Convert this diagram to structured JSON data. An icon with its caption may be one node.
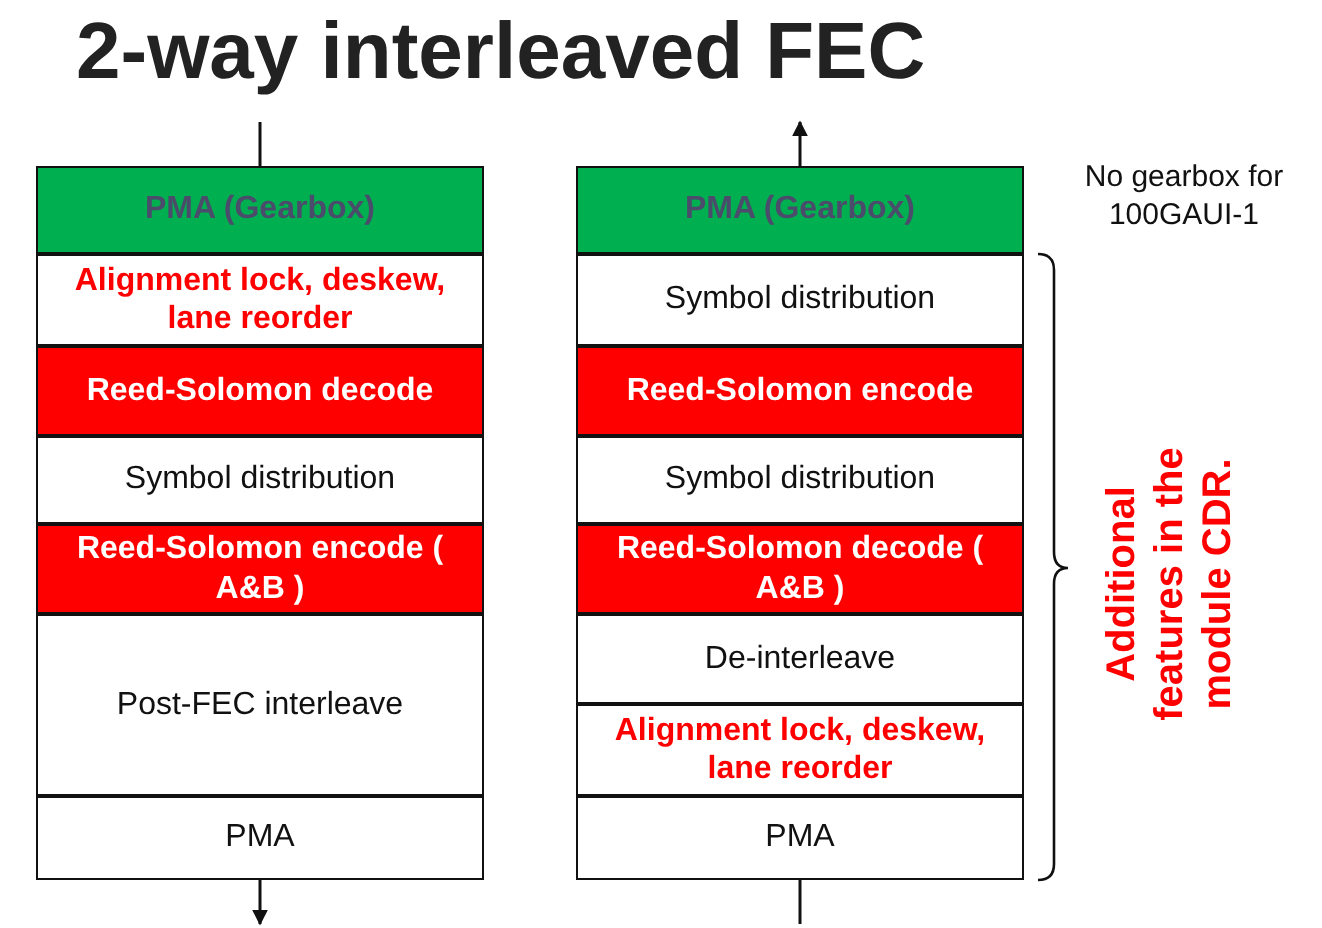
{
  "diagram": {
    "title": "2-way interleaved FEC",
    "nodes": [
      {
        "text": [
          "PMA (Gearbox)"
        ]
      },
      {
        "text": [
          "Alignment lock, deskew, lane reorder"
        ]
      },
      {
        "text": [
          "Reed-Solomon decode"
        ]
      },
      {
        "text": [
          "Symbol distribution"
        ]
      },
      {
        "text": [
          "Reed-Solomon encode ( A&B )"
        ]
      },
      {
        "text": [
          "Post-FEC interleave"
        ]
      },
      {
        "text": [
          "PMA"
        ]
      },
      {
        "text": [
          "PMA (Gearbox)"
        ]
      },
      {
        "text": [
          "Symbol distribution"
        ]
      },
      {
        "text": [
          "Reed-Solomon encode"
        ]
      },
      {
        "text": [
          "Symbol distribution"
        ]
      },
      {
        "text": [
          "Reed-Solomon decode ( A&B )"
        ]
      },
      {
        "text": [
          "De-interleave"
        ]
      },
      {
        "text": [
          "Alignment lock, deskew, lane reorder"
        ]
      },
      {
        "text": [
          "PMA"
        ]
      }
    ],
    "edges": [
      {
        "from": null,
        "to": 0,
        "arrow": "none"
      },
      {
        "from": 6,
        "to": null,
        "arrow": "to"
      },
      {
        "from": 7,
        "to": null,
        "arrow": "to"
      },
      {
        "from": null,
        "to": 14,
        "arrow": "none"
      }
    ],
    "labels": [
      "No gearbox for 100GAUI-1",
      "Additional features in the module CDR."
    ]
  }
}
